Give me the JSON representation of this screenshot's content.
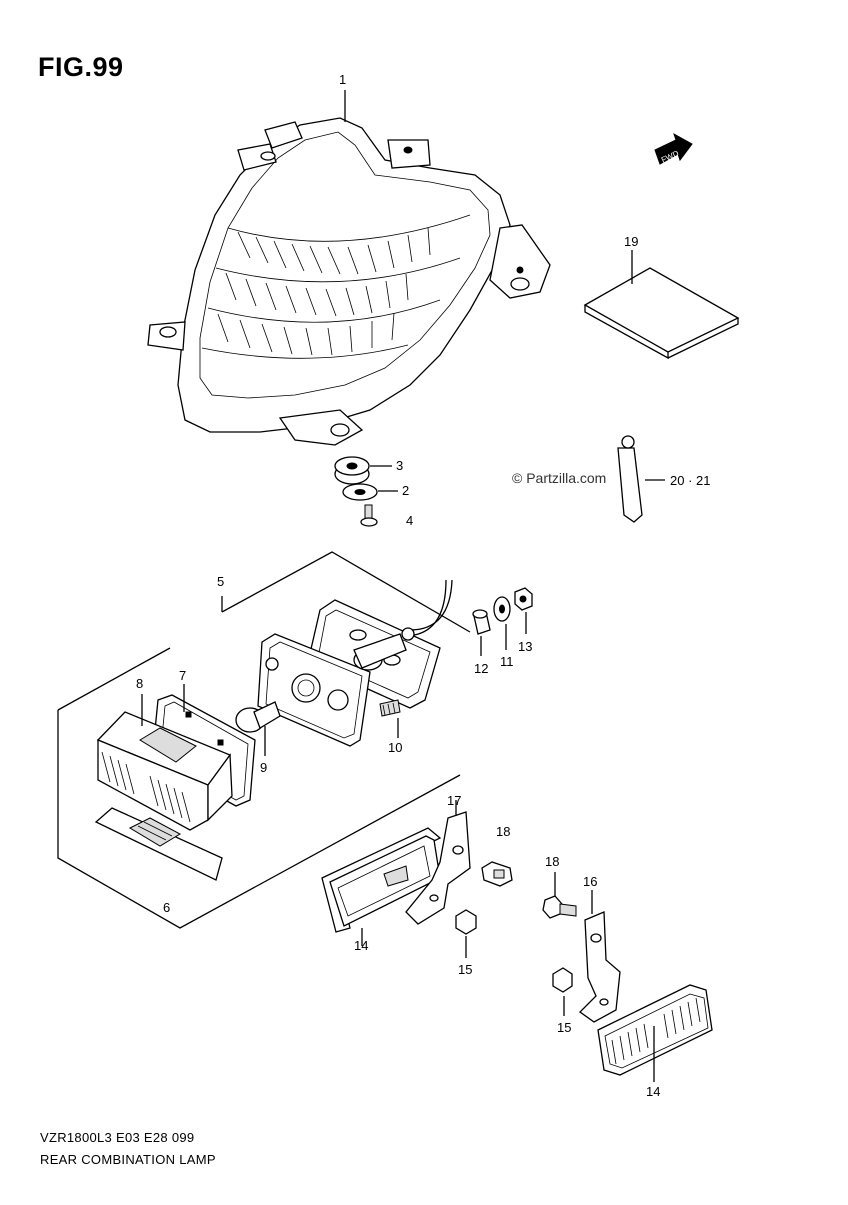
{
  "figure": {
    "title": "FIG.99",
    "model_code": "VZR1800L3  E03  E28  099",
    "name": "REAR COMBINATION LAMP",
    "watermark": "© Partzilla.com",
    "fwd_label": "FWD"
  },
  "callouts": [
    {
      "id": "c1",
      "label": "1"
    },
    {
      "id": "c3",
      "label": "3"
    },
    {
      "id": "c2",
      "label": "2"
    },
    {
      "id": "c4",
      "label": "4"
    },
    {
      "id": "c19",
      "label": "19"
    },
    {
      "id": "c2021",
      "label": "20 · 21"
    },
    {
      "id": "c5",
      "label": "5"
    },
    {
      "id": "c8",
      "label": "8"
    },
    {
      "id": "c7",
      "label": "7"
    },
    {
      "id": "c9",
      "label": "9"
    },
    {
      "id": "c10",
      "label": "10"
    },
    {
      "id": "c12",
      "label": "12"
    },
    {
      "id": "c11",
      "label": "11"
    },
    {
      "id": "c13",
      "label": "13"
    },
    {
      "id": "c6",
      "label": "6"
    },
    {
      "id": "c17",
      "label": "17"
    },
    {
      "id": "c18a",
      "label": "18"
    },
    {
      "id": "c18b",
      "label": "18"
    },
    {
      "id": "c16",
      "label": "16"
    },
    {
      "id": "c14a",
      "label": "14"
    },
    {
      "id": "c15a",
      "label": "15"
    },
    {
      "id": "c15b",
      "label": "15"
    },
    {
      "id": "c14b",
      "label": "14"
    }
  ]
}
